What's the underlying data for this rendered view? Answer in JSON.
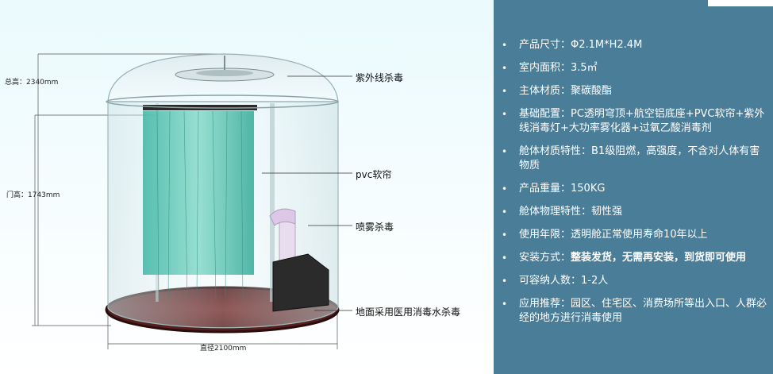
{
  "dimensions": {
    "total_height": "总高：2340mm",
    "door_height": "门高：1743mm",
    "diameter": "直径2100mm"
  },
  "callouts": {
    "uv": "紫外线杀毒",
    "curtain": "pvc软帘",
    "spray": "喷雾杀毒",
    "floor": "地面采用医用消毒水杀毒"
  },
  "specs": [
    {
      "label": "产品尺寸：Φ2.1M*H2.4M"
    },
    {
      "label": "室内面积：3.5㎡"
    },
    {
      "label": "主体材质：聚碳酸酯"
    },
    {
      "label": "基础配置：PC透明穹顶+航空铝底座+PVC软帘+紫外线消毒灯+大功率雾化器+过氧乙酸消毒剂"
    },
    {
      "label": "舱体材质特性：B1级阻燃，高强度，不含对人体有害物质"
    },
    {
      "label": "产品重量：150KG"
    },
    {
      "label": "舱体物理特性：韧性强"
    },
    {
      "label": "使用年限：透明舱正常使用寿命10年以上"
    },
    {
      "label": "安装方式：",
      "emphasis": "整装发货，无需再安装，到货即可使用"
    },
    {
      "label": "可容纳人数：1-2人"
    },
    {
      "label": "应用推荐：园区、住宅区、消费场所等出入口、人群必经的地方进行消毒使用"
    }
  ],
  "colors": {
    "panel": "#4a7d98",
    "curtain": "#5fc8b4",
    "floor": "#5a2222"
  },
  "bullet_glyph": "•"
}
